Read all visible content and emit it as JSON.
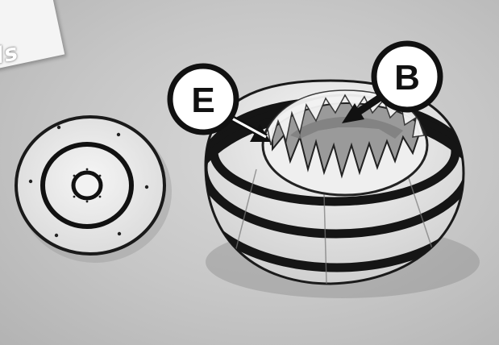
{
  "corner_card": {
    "text": "els"
  },
  "callouts": [
    {
      "label": "E"
    },
    {
      "label": "B"
    }
  ]
}
